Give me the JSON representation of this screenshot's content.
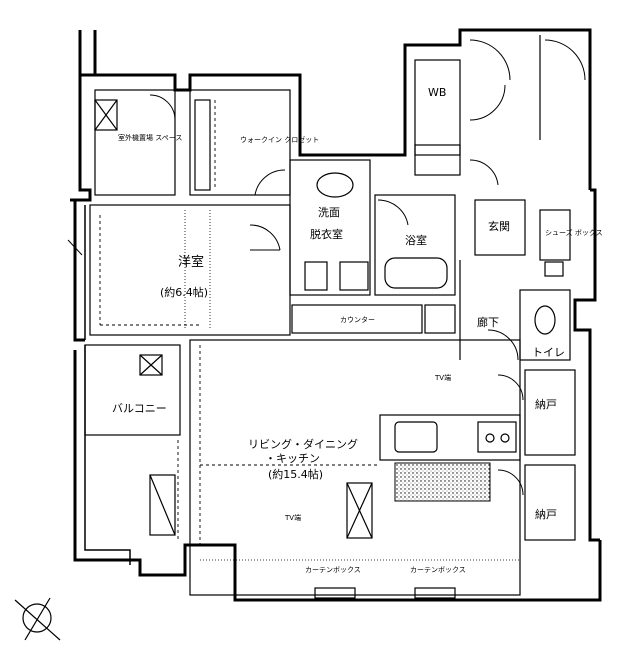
{
  "rooms": {
    "western_room": "洋室",
    "western_room_size": "(約6.4帖)",
    "ldk_line1": "リビング・ダイニング",
    "ldk_line2": "・キッチン",
    "ldk_size": "(約15.4帖)",
    "washroom_line1": "洗面",
    "washroom_line2": "脱衣室",
    "bathroom": "浴室",
    "entrance": "玄関",
    "hallway": "廊下",
    "toilet": "トイレ",
    "balcony": "バルコニー",
    "wb": "WB",
    "closet1": "納戸",
    "closet2": "納戸",
    "walk_in_closet": "ウォークイン クロゼット",
    "counter": "カウンター",
    "tv1": "TV端",
    "tv2": "TV端",
    "shoe_box": "シューズ ボックス",
    "outdoor_unit": "室外機置場 スペース",
    "curtain_box1": "カーテンボックス",
    "curtain_box2": "カーテンボックス"
  }
}
